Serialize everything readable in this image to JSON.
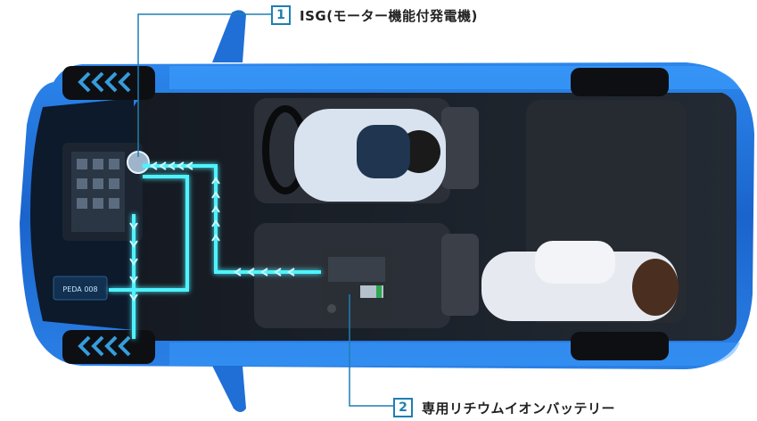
{
  "callouts": [
    {
      "number": "1",
      "label": "ISG(モーター機能付発電機)"
    },
    {
      "number": "2",
      "label": "専用リチウムイオンバッテリー"
    }
  ],
  "battery_panel_text": "PEDA 008",
  "colors": {
    "car_body": "#1f6fd6",
    "car_body_dark": "#0b3f8f",
    "glow": "#4ff3ff",
    "callout_line": "#1d7fb4"
  }
}
